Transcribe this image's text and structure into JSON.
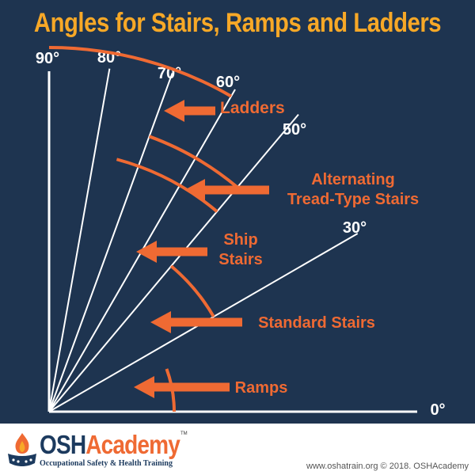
{
  "title": "Angles for Stairs, Ramps and Ladders",
  "colors": {
    "background": "#1e3450",
    "title": "#f7a827",
    "accent": "#ef6a33",
    "lines": "#ffffff",
    "brand_navy": "#1c3a5e",
    "brand_orange": "#ef6a33"
  },
  "angle_labels": [
    "90°",
    "80°",
    "70°",
    "60°",
    "50°",
    "30°",
    "0°"
  ],
  "angles": [
    90,
    80,
    70,
    60,
    50,
    30,
    0
  ],
  "ranges": [
    {
      "label": [
        "Ladders"
      ],
      "from_deg": 60,
      "to_deg": 90
    },
    {
      "label": [
        "Alternating",
        "Tread-Type Stairs"
      ],
      "from_deg": 50,
      "to_deg": 70
    },
    {
      "label": [
        "Ship",
        "Stairs"
      ],
      "from_deg": 50,
      "to_deg": 75
    },
    {
      "label": [
        "Standard Stairs"
      ],
      "from_deg": 30,
      "to_deg": 50
    },
    {
      "label": [
        "Ramps"
      ],
      "from_deg": 0,
      "to_deg": 20
    }
  ],
  "footer": {
    "logo_text_a": "OSH",
    "logo_text_b": "Academy",
    "logo_tm": "TM",
    "tagline": "Occupational Safety & Health Training",
    "copyright": "www.oshatrain.org © 2018. OSHAcademy",
    "logo_icon": "flame-hands-icon"
  }
}
